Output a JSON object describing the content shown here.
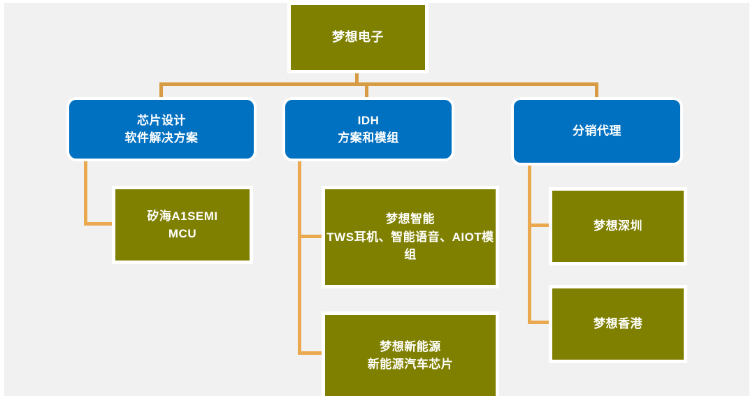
{
  "chart_data": {
    "type": "diagram",
    "diagram_kind": "organization-chart",
    "title": "梦想电子",
    "colors": {
      "olive": "#808000",
      "blue": "#0070C0",
      "connector": "#D79C43",
      "connector_light": "#EAA84F",
      "background": "#F1F1F1",
      "text": "#FFFFFF"
    },
    "nodes": [
      {
        "id": "root",
        "label": "梦想电子",
        "style": "olive",
        "level": 0
      },
      {
        "id": "chip",
        "label": "芯片设计 / 软件解决方案",
        "style": "blue",
        "level": 1
      },
      {
        "id": "idh",
        "label": "IDH / 方案和模组",
        "style": "blue",
        "level": 1
      },
      {
        "id": "dist",
        "label": "分销代理",
        "style": "blue",
        "level": 1
      },
      {
        "id": "a1semi",
        "label": "矽海A1SEMI / MCU",
        "style": "olive",
        "level": 2,
        "parent": "chip"
      },
      {
        "id": "smart",
        "label": "梦想智能 / TWS耳机、智能语音、AIOT模组",
        "style": "olive",
        "level": 2,
        "parent": "idh"
      },
      {
        "id": "energy",
        "label": "梦想新能源 / 新能源汽车芯片",
        "style": "olive",
        "level": 2,
        "parent": "idh"
      },
      {
        "id": "shenzhen",
        "label": "梦想深圳",
        "style": "olive",
        "level": 2,
        "parent": "dist"
      },
      {
        "id": "hongkong",
        "label": "梦想香港",
        "style": "olive",
        "level": 2,
        "parent": "dist"
      }
    ],
    "edges": [
      {
        "from": "root",
        "to": "chip"
      },
      {
        "from": "root",
        "to": "idh"
      },
      {
        "from": "root",
        "to": "dist"
      },
      {
        "from": "chip",
        "to": "a1semi"
      },
      {
        "from": "idh",
        "to": "smart"
      },
      {
        "from": "idh",
        "to": "energy"
      },
      {
        "from": "dist",
        "to": "shenzhen"
      },
      {
        "from": "dist",
        "to": "hongkong"
      }
    ]
  },
  "root": {
    "label": "梦想电子"
  },
  "branches": {
    "chip_design": {
      "line1": "芯片设计",
      "line2": "软件解决方案"
    },
    "idh": {
      "line1": "IDH",
      "line2": "方案和模组"
    },
    "distribution": {
      "line1": "分销代理"
    }
  },
  "leaves": {
    "a1semi": {
      "line1": "矽海A1SEMI",
      "line2": "MCU"
    },
    "smart": {
      "line1": "梦想智能",
      "line2": "TWS耳机、智能语音、AIOT模组"
    },
    "new_energy": {
      "line1": "梦想新能源",
      "line2": "新能源汽车芯片"
    },
    "shenzhen": {
      "line1": "梦想深圳"
    },
    "hongkong": {
      "line1": "梦想香港"
    }
  }
}
